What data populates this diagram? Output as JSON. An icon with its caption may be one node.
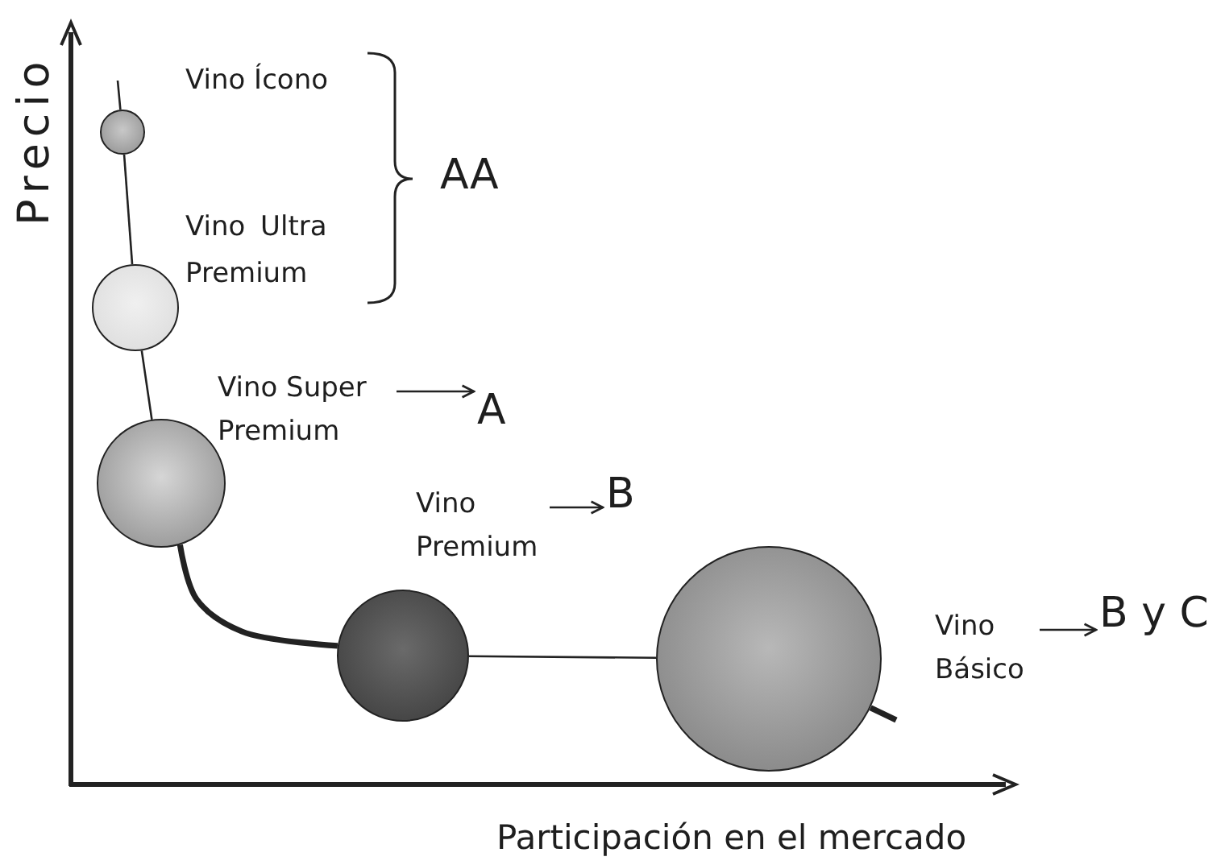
{
  "diagram": {
    "nodes": [
      {
        "text": [],
        "shape": "circle"
      },
      {
        "text": [],
        "shape": "circle"
      },
      {
        "text": [],
        "shape": "circle"
      },
      {
        "text": [],
        "shape": "circle"
      },
      {
        "text": [],
        "shape": "circle"
      },
      {
        "text": [
          "Vino Super Premium"
        ]
      },
      {
        "text": [
          "A"
        ]
      },
      {
        "text": [
          "Vino Premium"
        ]
      },
      {
        "text": [
          "B"
        ]
      },
      {
        "text": [
          "Vino Básico"
        ]
      },
      {
        "text": [
          "B y C"
        ]
      }
    ],
    "edges": [
      {
        "from": null,
        "to": 0,
        "arrow": "none"
      },
      {
        "from": 0,
        "to": 1,
        "arrow": "none"
      },
      {
        "from": 1,
        "to": 2,
        "arrow": "none"
      },
      {
        "from": 2,
        "to": 3,
        "arrow": "none",
        "style": "thick"
      },
      {
        "from": 3,
        "to": 4,
        "arrow": "none"
      },
      {
        "from": 4,
        "to": null,
        "arrow": "none",
        "style": "thick"
      },
      {
        "from": 5,
        "to": 6,
        "arrow": "to"
      },
      {
        "from": 7,
        "to": 8,
        "arrow": "to"
      },
      {
        "from": 9,
        "to": 10,
        "arrow": "to"
      }
    ],
    "labels": [
      "Precio",
      "Vino Ícono",
      "Vino Ultra Premium",
      "AA",
      "Participación en el mercado"
    ]
  }
}
